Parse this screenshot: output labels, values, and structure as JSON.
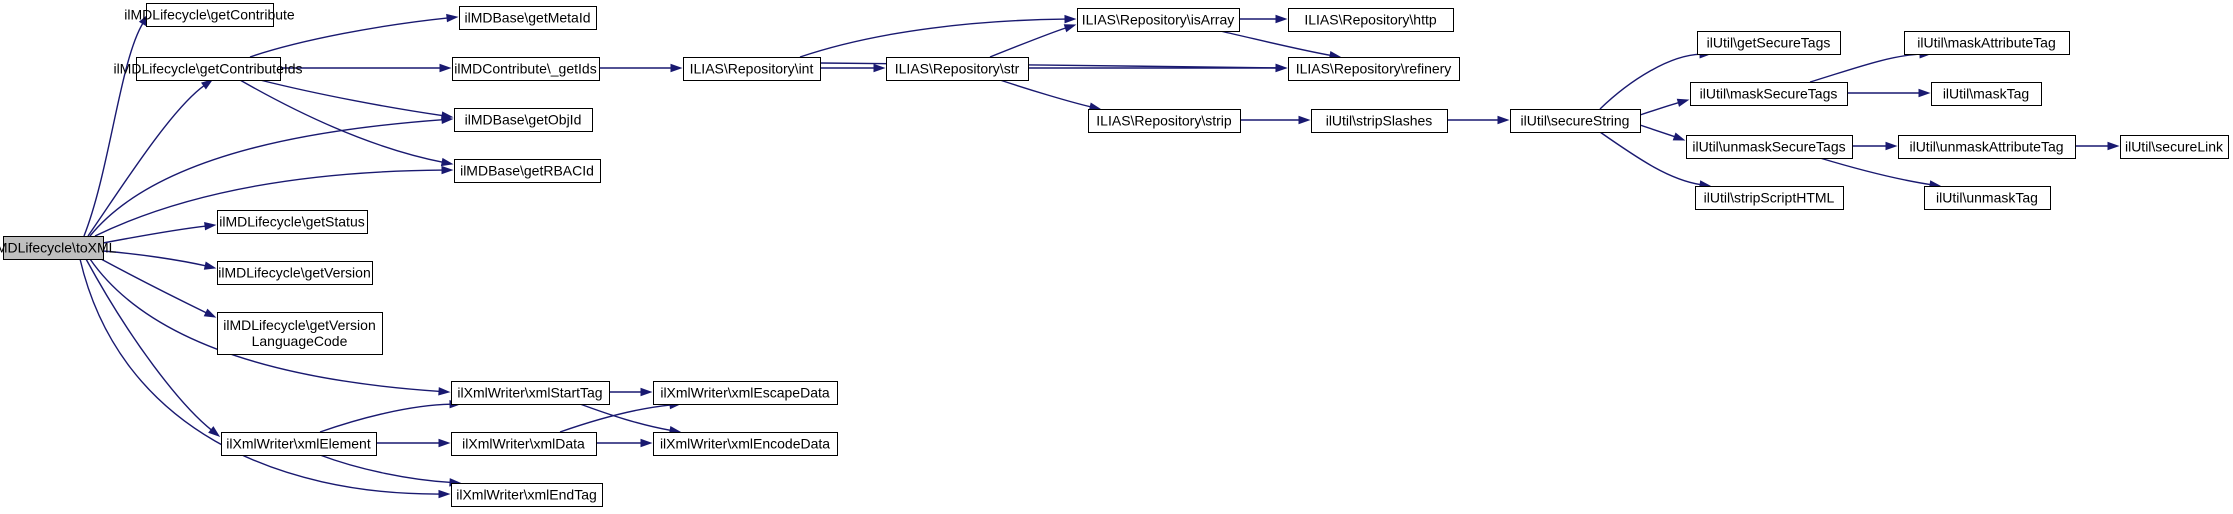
{
  "diagram": {
    "colors": {
      "edge": "#191970",
      "root_fill": "#bfbfbf",
      "node_fill": "#ffffff",
      "node_border": "#000000"
    },
    "nodes": [
      {
        "id": "n0",
        "lines": [
          "ilMDLifecycle\\toXML"
        ],
        "root": true
      },
      {
        "id": "n1",
        "lines": [
          "ilMDLifecycle\\getContribute"
        ]
      },
      {
        "id": "n2",
        "lines": [
          "ilMDLifecycle\\getContributeIds"
        ]
      },
      {
        "id": "n3",
        "lines": [
          "ilMDBase\\getObjId"
        ]
      },
      {
        "id": "n4",
        "lines": [
          "ilMDBase\\getRBACId"
        ]
      },
      {
        "id": "n5",
        "lines": [
          "ilMDLifecycle\\getStatus"
        ]
      },
      {
        "id": "n6",
        "lines": [
          "ilMDLifecycle\\getVersion"
        ]
      },
      {
        "id": "n7",
        "lines": [
          "ilMDLifecycle\\getVersion",
          "LanguageCode"
        ]
      },
      {
        "id": "n8",
        "lines": [
          "ilXmlWriter\\xmlStartTag"
        ]
      },
      {
        "id": "n9",
        "lines": [
          "ilXmlWriter\\xmlElement"
        ]
      },
      {
        "id": "n10",
        "lines": [
          "ilXmlWriter\\xmlEndTag"
        ]
      },
      {
        "id": "n11",
        "lines": [
          "ilMDBase\\getMetaId"
        ]
      },
      {
        "id": "n12",
        "lines": [
          "ilMDContribute\\_getIds"
        ]
      },
      {
        "id": "n13",
        "lines": [
          "ILIAS\\Repository\\int"
        ]
      },
      {
        "id": "n14",
        "lines": [
          "ILIAS\\Repository\\str"
        ]
      },
      {
        "id": "n15",
        "lines": [
          "ILIAS\\Repository\\isArray"
        ]
      },
      {
        "id": "n16",
        "lines": [
          "ILIAS\\Repository\\refinery"
        ]
      },
      {
        "id": "n17",
        "lines": [
          "ILIAS\\Repository\\strip"
        ]
      },
      {
        "id": "n18",
        "lines": [
          "ILIAS\\Repository\\http"
        ]
      },
      {
        "id": "n19",
        "lines": [
          "ilUtil\\stripSlashes"
        ]
      },
      {
        "id": "n20",
        "lines": [
          "ilUtil\\secureString"
        ]
      },
      {
        "id": "n21",
        "lines": [
          "ilUtil\\getSecureTags"
        ]
      },
      {
        "id": "n22",
        "lines": [
          "ilUtil\\maskSecureTags"
        ]
      },
      {
        "id": "n23",
        "lines": [
          "ilUtil\\unmaskSecureTags"
        ]
      },
      {
        "id": "n24",
        "lines": [
          "ilUtil\\stripScriptHTML"
        ]
      },
      {
        "id": "n25",
        "lines": [
          "ilUtil\\maskAttributeTag"
        ]
      },
      {
        "id": "n26",
        "lines": [
          "ilUtil\\maskTag"
        ]
      },
      {
        "id": "n27",
        "lines": [
          "ilUtil\\unmaskAttributeTag"
        ]
      },
      {
        "id": "n28",
        "lines": [
          "ilUtil\\unmaskTag"
        ]
      },
      {
        "id": "n29",
        "lines": [
          "ilUtil\\secureLink"
        ]
      },
      {
        "id": "n30",
        "lines": [
          "ilXmlWriter\\xmlEscapeData"
        ]
      },
      {
        "id": "n31",
        "lines": [
          "ilXmlWriter\\xmlEncodeData"
        ]
      },
      {
        "id": "n32",
        "lines": [
          "ilXmlWriter\\xmlData"
        ]
      }
    ],
    "edges": [
      [
        "n0",
        "n1"
      ],
      [
        "n0",
        "n2"
      ],
      [
        "n0",
        "n3"
      ],
      [
        "n0",
        "n4"
      ],
      [
        "n0",
        "n5"
      ],
      [
        "n0",
        "n6"
      ],
      [
        "n0",
        "n7"
      ],
      [
        "n0",
        "n8"
      ],
      [
        "n0",
        "n9"
      ],
      [
        "n0",
        "n10"
      ],
      [
        "n2",
        "n11"
      ],
      [
        "n2",
        "n12"
      ],
      [
        "n2",
        "n3"
      ],
      [
        "n2",
        "n4"
      ],
      [
        "n12",
        "n13"
      ],
      [
        "n13",
        "n14"
      ],
      [
        "n13",
        "n15"
      ],
      [
        "n13",
        "n16"
      ],
      [
        "n14",
        "n15"
      ],
      [
        "n14",
        "n16"
      ],
      [
        "n14",
        "n17"
      ],
      [
        "n15",
        "n18"
      ],
      [
        "n15",
        "n16"
      ],
      [
        "n17",
        "n19"
      ],
      [
        "n19",
        "n20"
      ],
      [
        "n20",
        "n21"
      ],
      [
        "n20",
        "n22"
      ],
      [
        "n20",
        "n23"
      ],
      [
        "n20",
        "n24"
      ],
      [
        "n22",
        "n25"
      ],
      [
        "n22",
        "n26"
      ],
      [
        "n23",
        "n27"
      ],
      [
        "n23",
        "n28"
      ],
      [
        "n27",
        "n29"
      ],
      [
        "n8",
        "n30"
      ],
      [
        "n8",
        "n31"
      ],
      [
        "n9",
        "n8"
      ],
      [
        "n9",
        "n32"
      ],
      [
        "n9",
        "n10"
      ],
      [
        "n32",
        "n30"
      ],
      [
        "n32",
        "n31"
      ]
    ]
  }
}
